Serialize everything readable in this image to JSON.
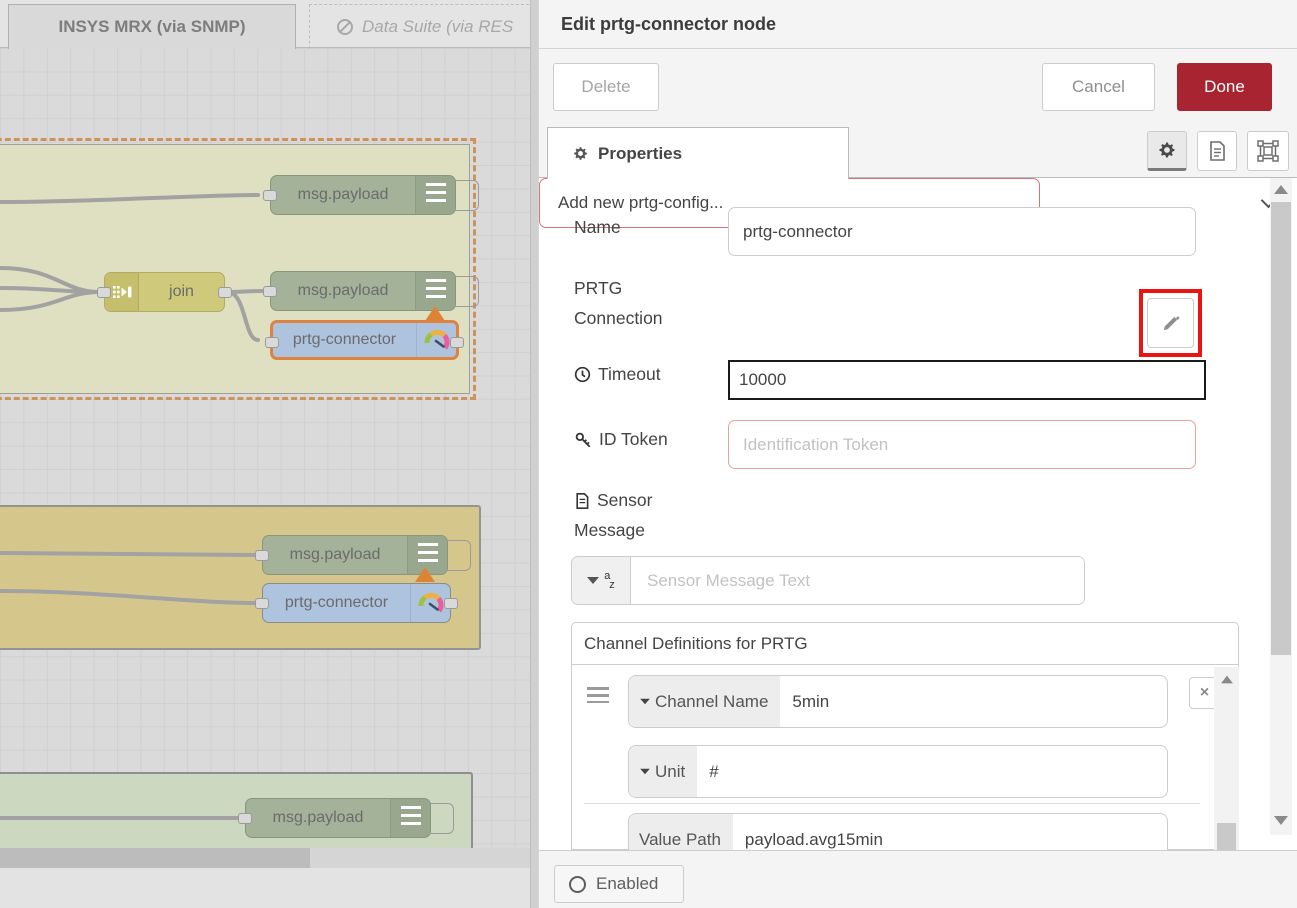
{
  "workspace": {
    "tabs": [
      {
        "label": "INSYS MRX (via SNMP)",
        "state": "active"
      },
      {
        "label": "Data Suite (via RES",
        "state": "disabled",
        "icon": "no-entry-icon"
      }
    ],
    "node_labels": {
      "debug": "msg.payload",
      "join": "join",
      "prtg": "prtg-connector"
    }
  },
  "editor": {
    "title": "Edit prtg-connector node",
    "delete_label": "Delete",
    "cancel_label": "Cancel",
    "done_label": "Done",
    "properties_tab_label": "Properties",
    "fields": {
      "name": {
        "label": "Name",
        "value": "prtg-connector"
      },
      "prtg_connection": {
        "label_line1": "PRTG",
        "label_line2": "Connection",
        "selected_option": "Add new prtg-config..."
      },
      "timeout": {
        "label": "Timeout",
        "value": "10000"
      },
      "id_token": {
        "label": "ID Token",
        "placeholder": "Identification Token"
      },
      "sensor_message": {
        "label_line1": "Sensor",
        "label_line2": "Message",
        "placeholder": "Sensor Message Text"
      },
      "channels": {
        "header": "Channel Definitions for PRTG",
        "rows": [
          {
            "prefix": "Channel Name",
            "value": "5min"
          },
          {
            "prefix": "Unit",
            "value": "#"
          },
          {
            "prefix": "Value Path",
            "value": "payload.avg15min"
          }
        ]
      }
    },
    "footer": {
      "enabled_label": "Enabled"
    }
  },
  "colors": {
    "done_button": "#a72430",
    "annotation_box": "#ec1313",
    "invalid_field_border": "#d4757d",
    "selected_node_border": "#de8141",
    "group_selection_dash": "#cf9257",
    "debug_node": "#a4b29a",
    "join_node": "#cfc97b",
    "prtg_node": "#aec3de"
  }
}
